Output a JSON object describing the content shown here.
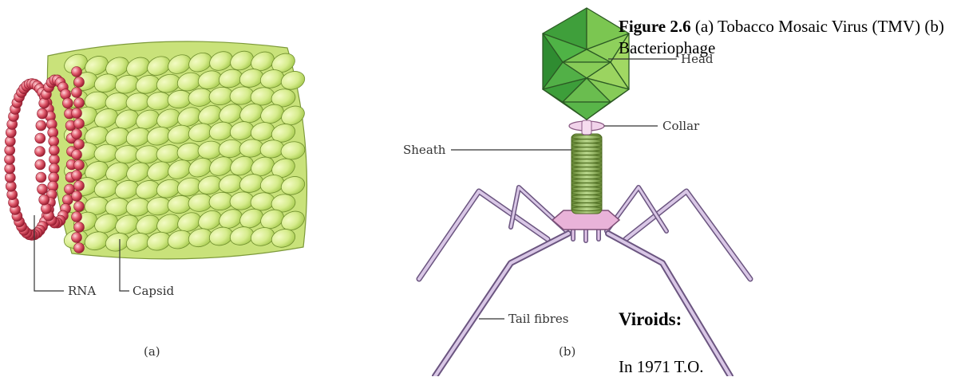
{
  "panel_a": {
    "labels": {
      "rna": "RNA",
      "capsid": "Capsid"
    },
    "panel_label": "(a)"
  },
  "panel_b": {
    "labels": {
      "head": "Head",
      "collar": "Collar",
      "sheath": "Sheath",
      "tail_fibres": "Tail fibres"
    },
    "panel_label": "(b)"
  },
  "caption": {
    "figure_number": "Figure 2.6",
    "text": " (a) Tobacco Mosaic Virus (TMV) (b) Bacteriophage"
  },
  "section": {
    "heading": "Viroids:",
    "body_start": "In 1971 T.O."
  },
  "colors": {
    "capsid_fill": "#d6ec8c",
    "rna_beads": "#d9485f",
    "head_green": "#4db84a",
    "tail_purple": "#9b7fb0",
    "collar_pink": "#e9b3d9"
  }
}
